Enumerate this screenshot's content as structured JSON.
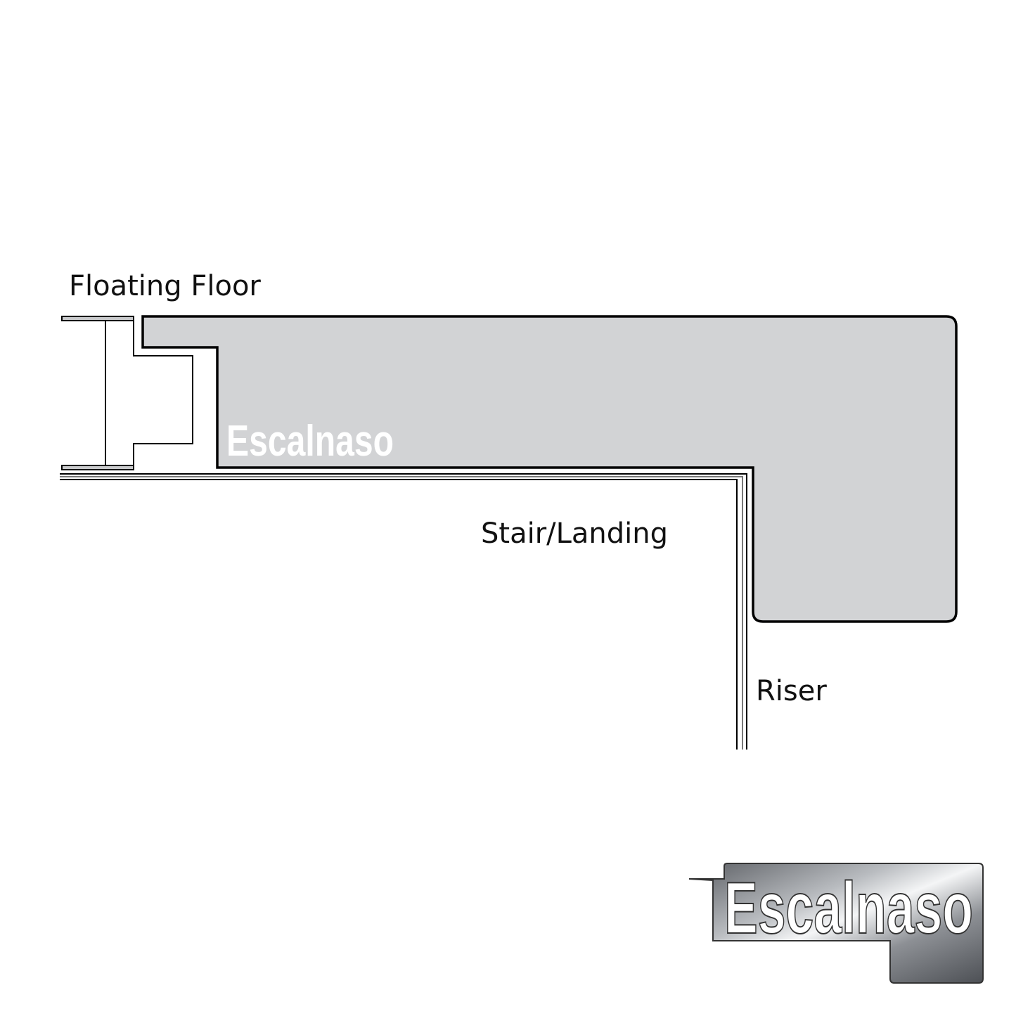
{
  "labels": {
    "floating_floor": "Floating Floor",
    "stair_landing": "Stair/Landing",
    "riser": "Riser"
  },
  "watermark": "Escalnaso",
  "logo_text": "Escalnaso",
  "colors": {
    "nosing_fill": "#d2d3d5",
    "outline": "#000000",
    "plank_strip": "#c8c9cb"
  }
}
